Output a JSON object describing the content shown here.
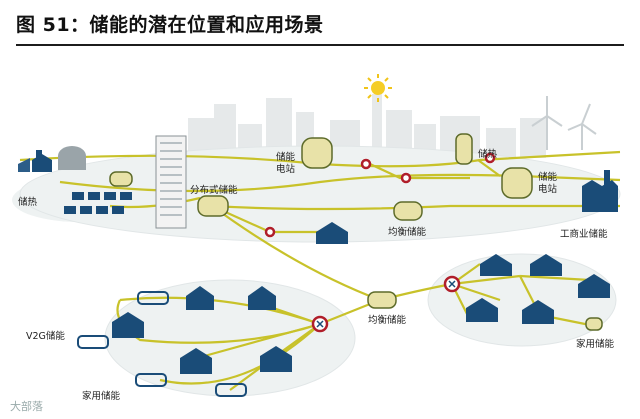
{
  "figure": {
    "title": "图 51：储能的潜在位置和应用场景"
  },
  "labels": {
    "heat_storage": "储热",
    "heat_storage_2": "储热",
    "station_1": "储能\n电站",
    "station_2": "储能\n电站",
    "distributed": "分布式储能",
    "balance_1": "均衡储能",
    "balance_2": "均衡储能",
    "commercial": "工商业储能",
    "v2g": "V2G储能",
    "home_1": "家用储能",
    "home_2": "家用储能"
  },
  "watermark": "大部落",
  "colors": {
    "line": "#c8c22a",
    "house": "#1a4c78",
    "node": "#b01e2a",
    "ground": "#eef2f2"
  }
}
